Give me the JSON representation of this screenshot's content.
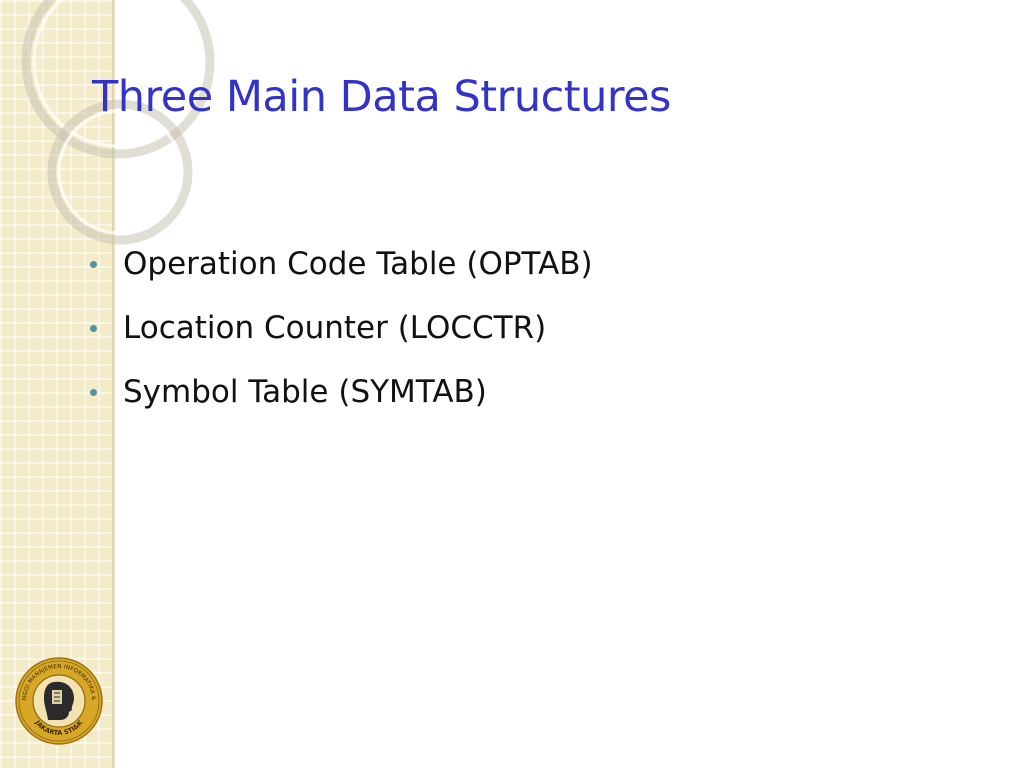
{
  "slide": {
    "title": "Three Main Data Structures",
    "bullets": [
      {
        "text": "Operation Code Table (OPTAB)"
      },
      {
        "text": "Location Counter (LOCCTR)"
      },
      {
        "text": "Symbol Table (SYMTAB)"
      }
    ]
  },
  "logo": {
    "ring_text": "SEKOLAH TINGGI MANAJEMEN INFORMATIKA & KOMPUTER",
    "bottom_text": "JAKARTA STI&K"
  },
  "colors": {
    "title": "#3333c8",
    "bullet_marker": "#4f95a3",
    "side_panel": "#f4ebc9",
    "logo_ring": "#d4a52a"
  },
  "icons": {
    "decoration": "concentric-rings-icon",
    "bullet": "bullet-dot-icon",
    "logo": "institution-seal-icon"
  }
}
